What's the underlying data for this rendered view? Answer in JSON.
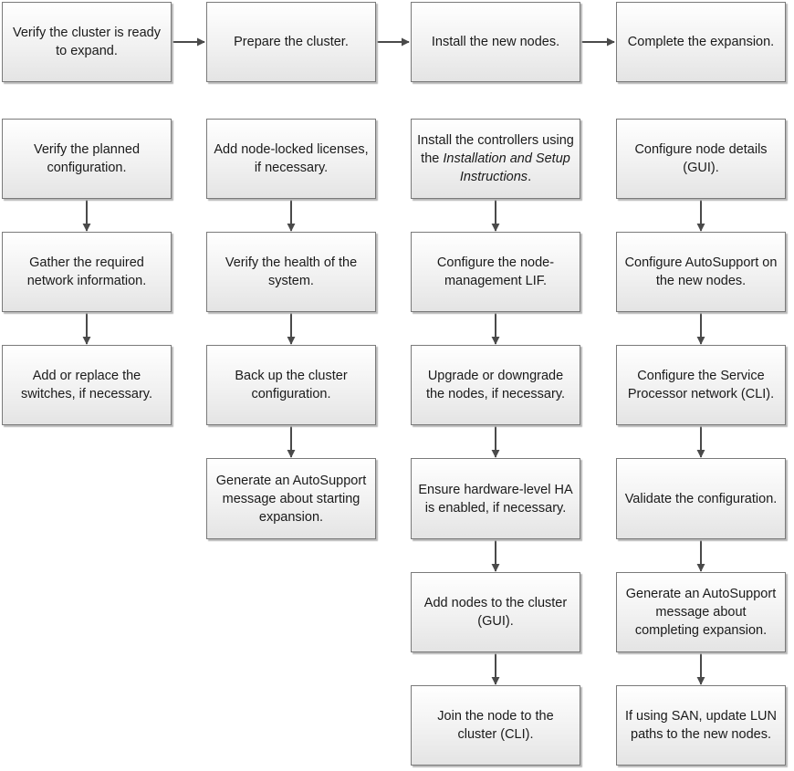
{
  "stages": [
    {
      "text": "Verify the cluster is ready to expand."
    },
    {
      "text": "Prepare the cluster."
    },
    {
      "text": "Install the new nodes."
    },
    {
      "text": "Complete the expansion."
    }
  ],
  "columns": [
    {
      "steps": [
        {
          "text": "Verify the planned configuration."
        },
        {
          "text": "Gather the required network information."
        },
        {
          "text": "Add or replace the switches, if necessary."
        }
      ]
    },
    {
      "steps": [
        {
          "text": "Add node-locked licenses, if necessary."
        },
        {
          "text": "Verify the health of the system."
        },
        {
          "text": "Back up the cluster configuration."
        },
        {
          "text": "Generate an AutoSupport message about starting expansion."
        }
      ]
    },
    {
      "steps": [
        {
          "pre": "Install the controllers using the ",
          "em": "Installation and Setup Instructions",
          "post": "."
        },
        {
          "text": "Configure the node-management LIF."
        },
        {
          "text": "Upgrade or downgrade the nodes, if necessary."
        },
        {
          "text": "Ensure hardware-level HA is enabled, if necessary."
        },
        {
          "text": "Add nodes to the cluster (GUI)."
        },
        {
          "text": "Join the node to the cluster (CLI)."
        }
      ]
    },
    {
      "steps": [
        {
          "text": "Configure node details (GUI)."
        },
        {
          "text": "Configure AutoSupport on the new nodes."
        },
        {
          "text": "Configure the Service Processor network (CLI)."
        },
        {
          "text": "Validate the configuration."
        },
        {
          "text": "Generate an AutoSupport message about completing expansion."
        },
        {
          "text": "If using SAN, update LUN paths to the new nodes."
        }
      ]
    }
  ]
}
